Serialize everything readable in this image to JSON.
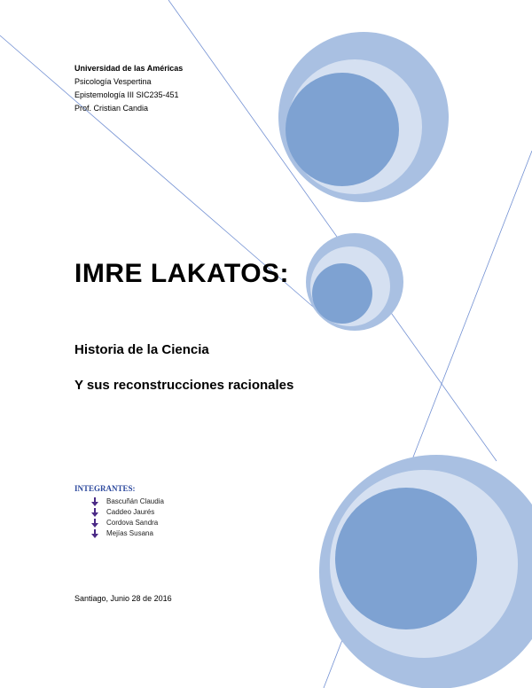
{
  "header": {
    "university": "Universidad de las Américas",
    "program": "Psicología Vespertina",
    "course": "Epistemología III   SIC235-451",
    "professor": "Prof. Cristian Candia"
  },
  "title": "IMRE LAKATOS:",
  "subtitle_line1": "Historia de la Ciencia",
  "subtitle_line2": "Y sus reconstrucciones racionales",
  "members_label": "INTEGRANTES:",
  "members": [
    "Bascuñán Claudia",
    "Caddeo Jaurés",
    "Cordova Sandra",
    "Mejías Susana"
  ],
  "date": "Santiago, Junio 28 de 2016",
  "colors": {
    "circle_outer": "#a9c0e2",
    "circle_ring": "#d5e0f1",
    "circle_inner": "#7ea2d2",
    "line": "#7391d3",
    "bullet_arrow": "#4b2a86"
  }
}
